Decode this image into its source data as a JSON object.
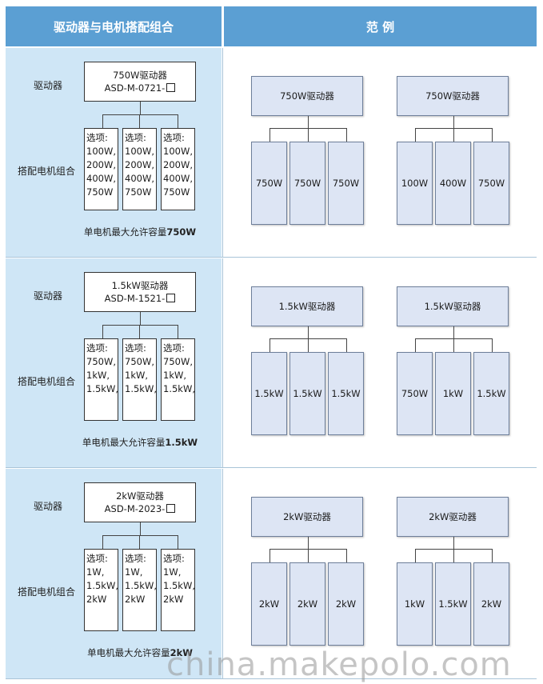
{
  "header": {
    "left_title": "驱动器与电机搭配组合",
    "right_title": "范 例"
  },
  "labels": {
    "driver": "驱动器",
    "motor_combo": "搭配电机组合"
  },
  "rows": [
    {
      "driver_name": "750W驱动器",
      "driver_model": "ASD-M-0721-",
      "options": [
        [
          "选项:",
          "100W,",
          "200W,",
          "400W,",
          "750W"
        ],
        [
          "选项:",
          "100W,",
          "200W,",
          "400W,",
          "750W"
        ],
        [
          "选项:",
          "100W,",
          "200W,",
          "400W,",
          "750W"
        ]
      ],
      "caption_text": "单电机最大允许容量",
      "caption_value": "750W",
      "examples": [
        {
          "driver": "750W驱动器",
          "motors": [
            "750W",
            "750W",
            "750W"
          ]
        },
        {
          "driver": "750W驱动器",
          "motors": [
            "100W",
            "400W",
            "750W"
          ]
        }
      ]
    },
    {
      "driver_name": "1.5kW驱动器",
      "driver_model": "ASD-M-1521-",
      "options": [
        [
          "选项:",
          "750W,",
          "1kW,",
          "1.5kW,"
        ],
        [
          "选项:",
          "750W,",
          "1kW,",
          "1.5kW,"
        ],
        [
          "选项:",
          "750W,",
          "1kW,",
          "1.5kW,"
        ]
      ],
      "caption_text": "单电机最大允许容量",
      "caption_value": "1.5kW",
      "examples": [
        {
          "driver": "1.5kW驱动器",
          "motors": [
            "1.5kW",
            "1.5kW",
            "1.5kW"
          ]
        },
        {
          "driver": "1.5kW驱动器",
          "motors": [
            "750W",
            "1kW",
            "1.5kW"
          ]
        }
      ]
    },
    {
      "driver_name": "2kW驱动器",
      "driver_model": "ASD-M-2023-",
      "options": [
        [
          "选项:",
          "1W,",
          "1.5kW,",
          "2kW"
        ],
        [
          "选项:",
          "1W,",
          "1.5kW,",
          "2kW"
        ],
        [
          "选项:",
          "1W,",
          "1.5kW,",
          "2kW"
        ]
      ],
      "caption_text": "单电机最大允许容量",
      "caption_value": "2kW",
      "examples": [
        {
          "driver": "2kW驱动器",
          "motors": [
            "2kW",
            "2kW",
            "2kW"
          ]
        },
        {
          "driver": "2kW驱动器",
          "motors": [
            "1kW",
            "1.5kW",
            "2kW"
          ]
        }
      ]
    }
  ],
  "watermark": "china.makepolo.com",
  "colors": {
    "header": "#5b9fd3",
    "left_panel": "#cfe6f6",
    "example_box": "#dde5f4"
  }
}
